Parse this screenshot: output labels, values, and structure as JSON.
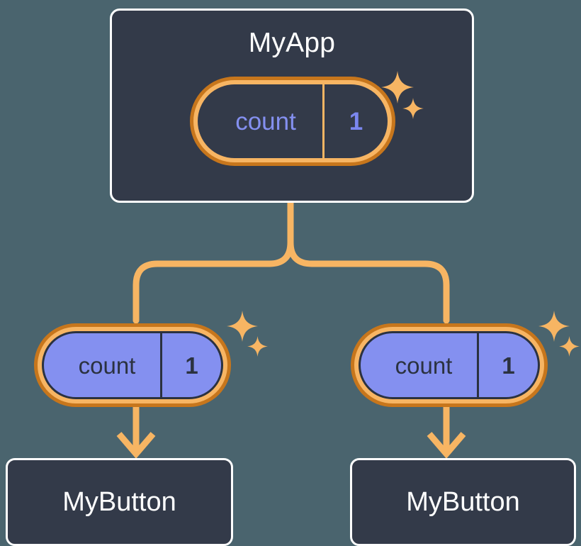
{
  "palette": {
    "background": "#4a646e",
    "card_fill": "#333a49",
    "card_border": "#ffffff",
    "ring_outer": "#c7761c",
    "ring_inner": "#f7b563",
    "connector": "#f7b563",
    "state_fill": "#8490f0",
    "state_text_dark": "#2b3240",
    "state_text_accent": "#8490f0",
    "title_text": "#ffffff"
  },
  "diagram": {
    "type": "component-state-tree",
    "parent": {
      "title": "MyApp",
      "state": {
        "key": "count",
        "value": "1"
      },
      "sparkle": "sparkle-icon"
    },
    "children": [
      {
        "id": "left",
        "state": {
          "key": "count",
          "value": "1"
        },
        "sparkle": "sparkle-icon",
        "title": "MyButton"
      },
      {
        "id": "right",
        "state": {
          "key": "count",
          "value": "1"
        },
        "sparkle": "sparkle-icon",
        "title": "MyButton"
      }
    ],
    "connectors": {
      "trunk": "parent-to-branch",
      "branches": [
        "branch-to-left-state",
        "branch-to-right-state"
      ],
      "arrows": [
        "left-state-to-left-button",
        "right-state-to-right-button"
      ]
    }
  }
}
